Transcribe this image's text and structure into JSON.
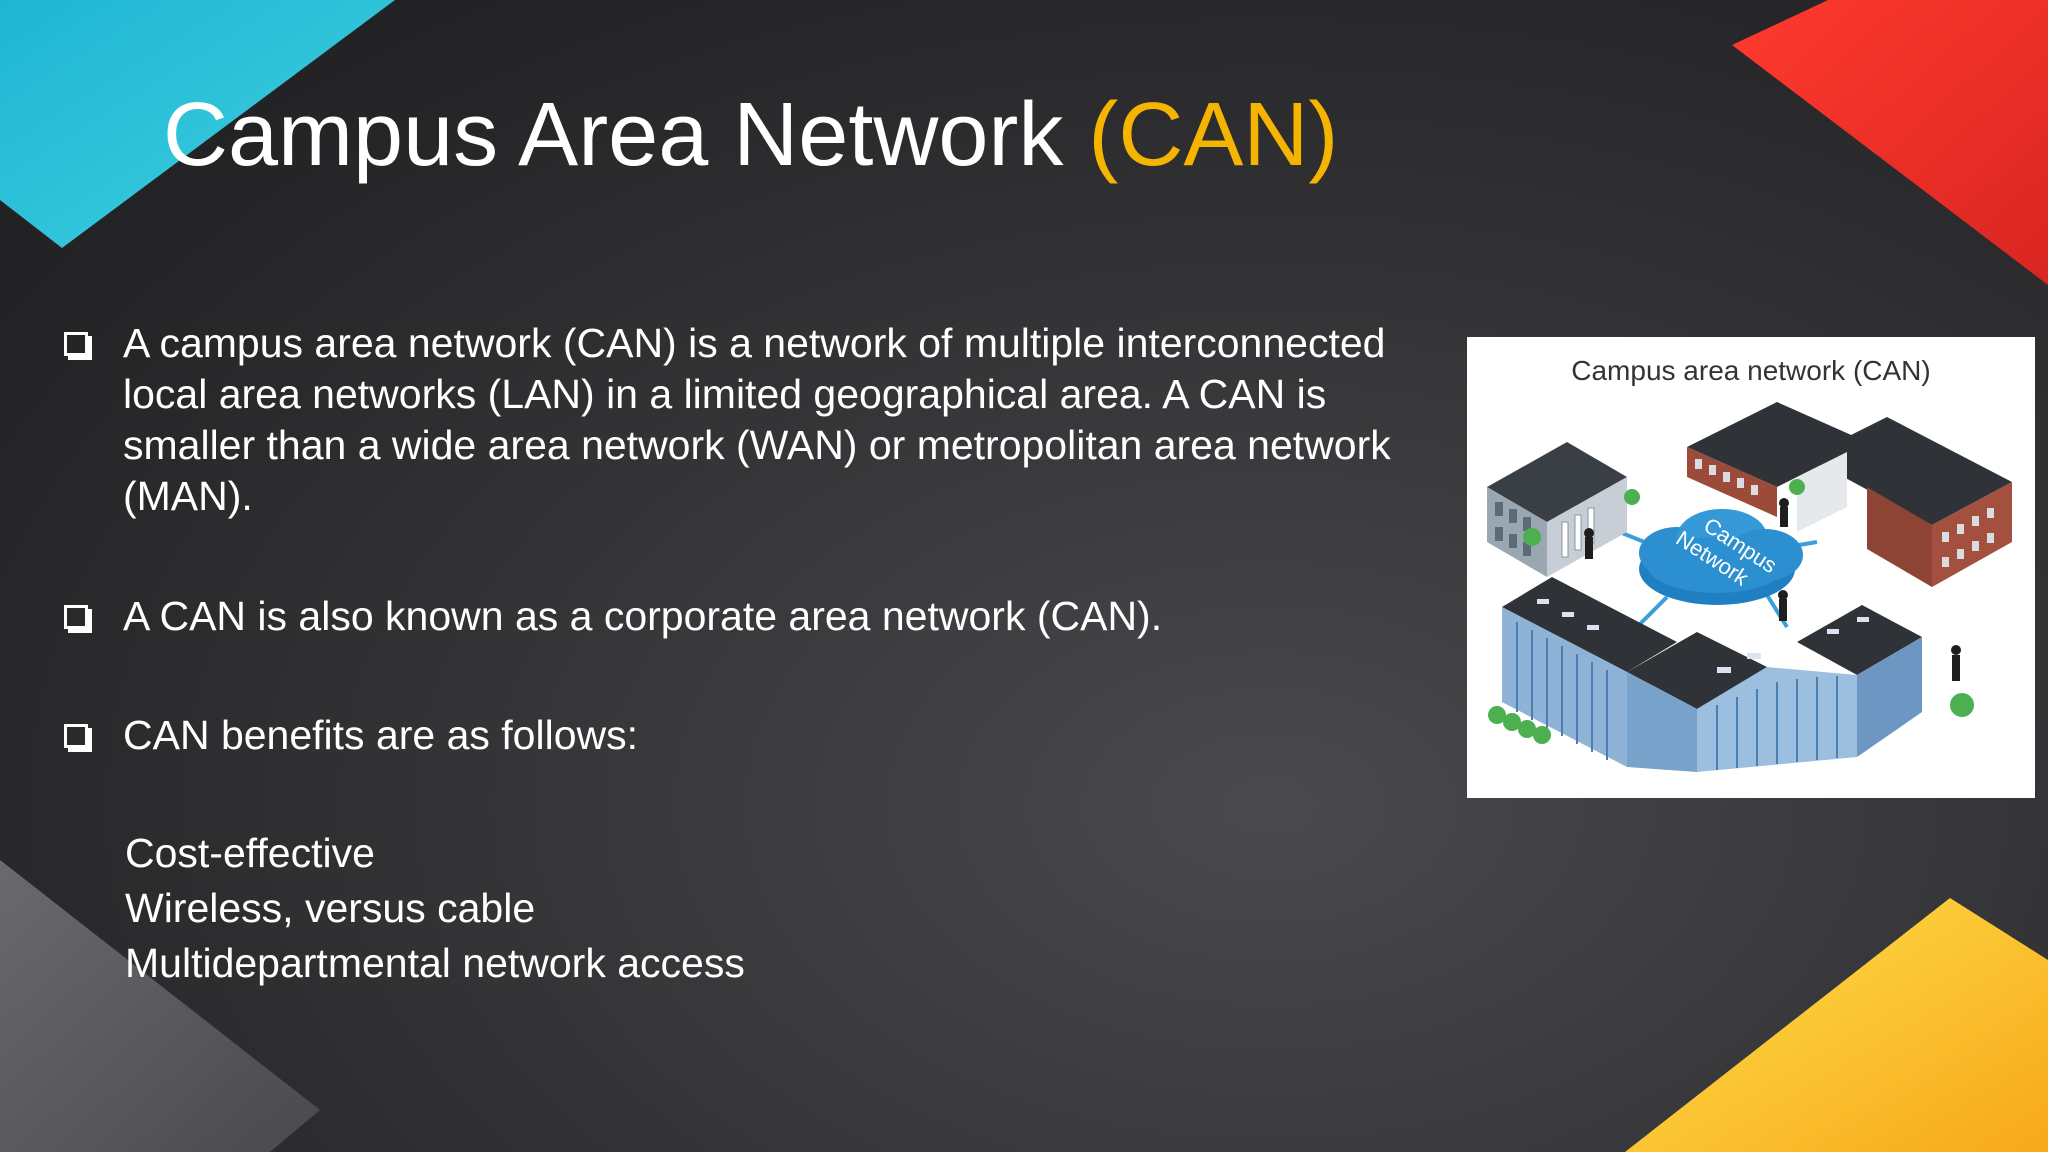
{
  "slide": {
    "title_main": "Campus Area Network ",
    "title_accent": "(CAN)",
    "bullets": [
      "A campus area network (CAN) is a network of multiple interconnected local area networks (LAN) in a limited geographical area. A CAN is smaller than a wide area network (WAN) or metropolitan area network (MAN).",
      "A CAN is also known as a corporate area network (CAN).",
      "CAN benefits are as follows:"
    ],
    "benefits": [
      "Cost-effective",
      "Wireless, versus cable",
      "Multidepartmental network access"
    ]
  },
  "figure": {
    "caption": "Campus area network (CAN)",
    "cloud_label_line1": "Campus",
    "cloud_label_line2": "Network"
  },
  "colors": {
    "accent": "#f4b400",
    "text": "#ffffff",
    "deco_cyan": "#2ec4d8",
    "deco_red": "#f0302b",
    "deco_yellow": "#ffd43b",
    "deco_gray": "#5c5c60",
    "cloud": "#2b8fd0"
  },
  "icons": {
    "bullet": "hollow-square-bullet-icon"
  }
}
